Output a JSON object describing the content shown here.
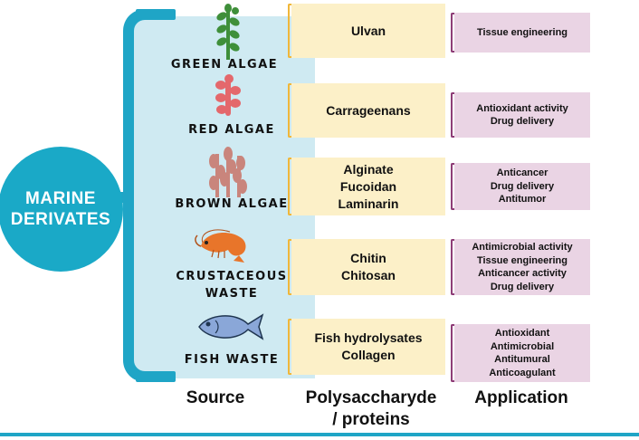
{
  "center": {
    "label": "MARINE\nDERIVATES"
  },
  "sources": [
    {
      "label": "GREEN ALGAE",
      "icon": "green-algae-icon",
      "color": "#3f8f3a"
    },
    {
      "label": "RED ALGAE",
      "icon": "red-algae-icon",
      "color": "#e4686c"
    },
    {
      "label": "BROWN ALGAE",
      "icon": "brown-algae-icon",
      "color": "#c9857c"
    },
    {
      "label": "CRUSTACEOUS\nWASTE",
      "icon": "shrimp-icon",
      "color": "#e8752a"
    },
    {
      "label": "FISH WASTE",
      "icon": "fish-icon",
      "color": "#8aa7d8"
    }
  ],
  "polysaccharides": [
    {
      "text": "Ulvan"
    },
    {
      "text": "Carrageenans"
    },
    {
      "text": "Alginate\nFucoidan\nLaminarin"
    },
    {
      "text": "Chitin\nChitosan"
    },
    {
      "text": "Fish hydrolysates\nCollagen"
    }
  ],
  "applications": [
    {
      "text": "Tissue engineering"
    },
    {
      "text": "Antioxidant activity\nDrug delivery"
    },
    {
      "text": "Anticancer\nDrug delivery\nAntitumor"
    },
    {
      "text": "Antimicrobial activity\nTissue engineering\nAnticancer activity\nDrug delivery"
    },
    {
      "text": "Antioxidant\nAntimicrobial\nAntitumural\nAnticoagulant"
    }
  ],
  "headers": {
    "source": "Source",
    "poly": "Polysaccharyde\n/ proteins",
    "application": "Application"
  },
  "colors": {
    "accent": "#1fa5c6",
    "poly_bg": "#fcf0c8",
    "app_bg": "#ead4e4",
    "poly_bracket": "#f0b73a",
    "app_bracket": "#8e3d77"
  }
}
